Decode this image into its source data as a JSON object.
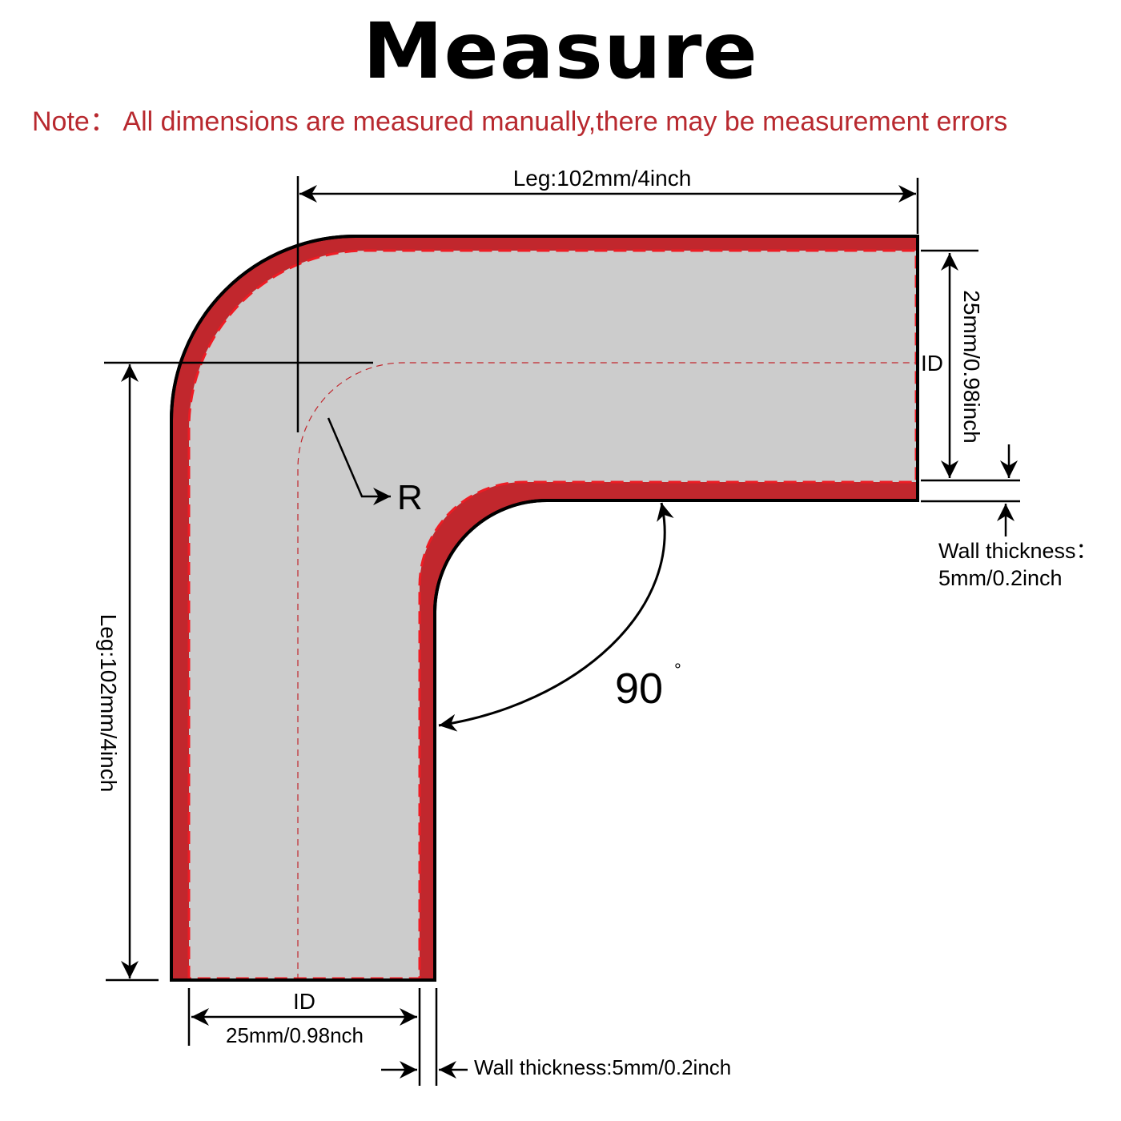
{
  "title": "Measure",
  "note": "Note： All dimensions are measured manually,there may be measurement errors",
  "labels": {
    "leg_top": "Leg:102mm/4inch",
    "leg_left": "Leg:102mm/4inch",
    "id_right": "ID",
    "id_right_dim": "25mm/0.98inch",
    "id_bottom": "ID",
    "id_bottom_dim": "25mm/0.98nch",
    "radius": "R",
    "angle": "90",
    "degree": "°",
    "wall_right_1": "Wall thickness：",
    "wall_right_2": "5mm/0.2inch",
    "wall_bottom": "Wall thickness:5mm/0.2inch"
  },
  "colors": {
    "wall": "#c1272d",
    "fill": "#cccccc",
    "dash": "#ee1c24",
    "note": "#b8292f",
    "line": "#000000"
  }
}
